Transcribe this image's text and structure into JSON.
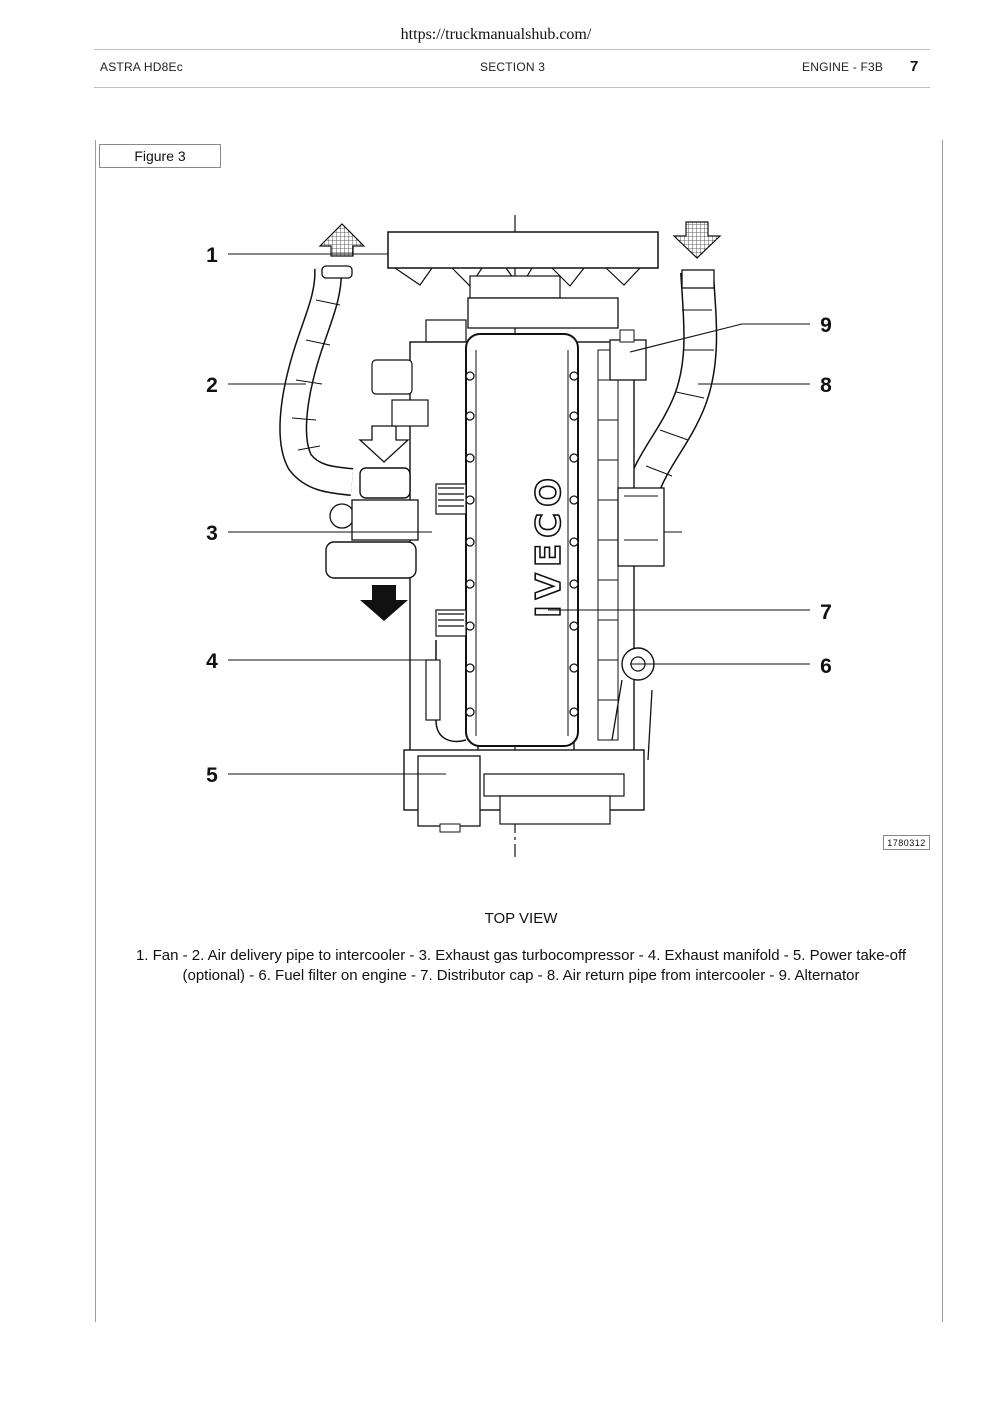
{
  "header": {
    "url": "https://truckmanualshub.com/",
    "left": "ASTRA HD8Ec",
    "center": "SECTION 3",
    "right": "ENGINE - F3B",
    "page_number": "7"
  },
  "figure": {
    "label": "Figure 3",
    "ref_code": "1780312",
    "view_title": "TOP VIEW",
    "engine_brand": "IVECO",
    "callouts": [
      "1",
      "2",
      "3",
      "4",
      "5",
      "6",
      "7",
      "8",
      "9"
    ]
  },
  "caption": "1. Fan - 2. Air delivery pipe to intercooler - 3. Exhaust gas turbocompressor - 4. Exhaust manifold - 5. Power take-off (optional) - 6. Fuel filter on engine - 7. Distributor cap - 8. Air return pipe from intercooler - 9. Alternator"
}
